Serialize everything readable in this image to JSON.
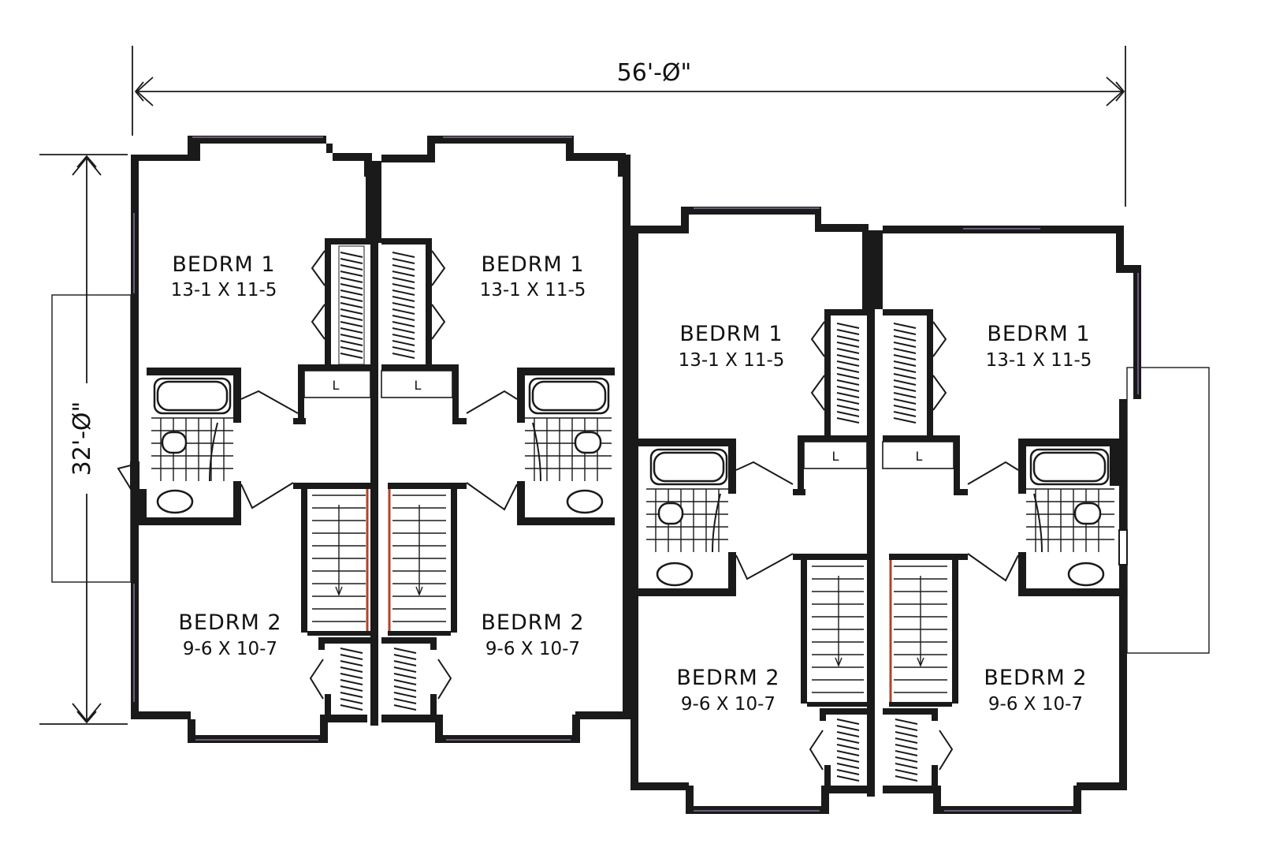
{
  "dimensions": {
    "width": "56'-Ø\"",
    "depth": "32'-Ø\""
  },
  "units": [
    {
      "bedroom1": {
        "name": "BEDRM 1",
        "size": "13-1 X 11-5"
      },
      "bedroom2": {
        "name": "BEDRM 2",
        "size": "9-6 X 10-7"
      },
      "linen_label": "L"
    },
    {
      "bedroom1": {
        "name": "BEDRM 1",
        "size": "13-1 X 11-5"
      },
      "bedroom2": {
        "name": "BEDRM 2",
        "size": "9-6 X 10-7"
      },
      "linen_label": "L"
    },
    {
      "bedroom1": {
        "name": "BEDRM 1",
        "size": "13-1 X 11-5"
      },
      "bedroom2": {
        "name": "BEDRM 2",
        "size": "9-6 X 10-7"
      },
      "linen_label": "L"
    },
    {
      "bedroom1": {
        "name": "BEDRM 1",
        "size": "13-1 X 11-5"
      },
      "bedroom2": {
        "name": "BEDRM 2",
        "size": "9-6 X 10-7"
      },
      "linen_label": "L"
    }
  ]
}
